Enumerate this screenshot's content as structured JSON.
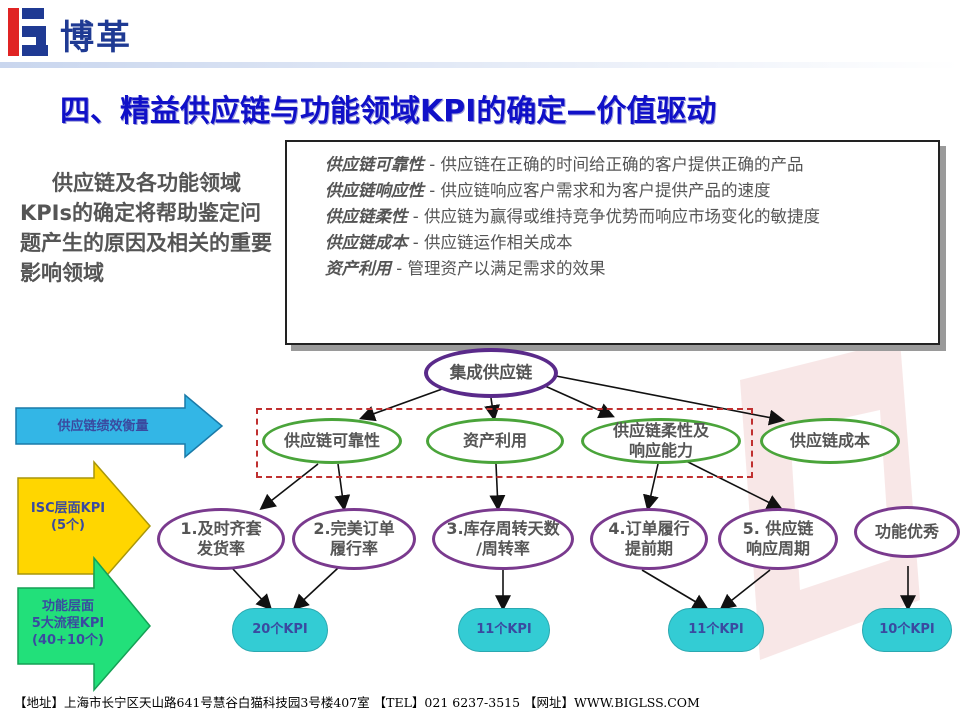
{
  "brand": {
    "name": "博革",
    "logo_letter": "B"
  },
  "title": "四、精益供应链与功能领域KPI的确定—价值驱动",
  "left_text": "供应链及各功能领域KPIs的确定将帮助鉴定问题产生的原因及相关的重要影响领域",
  "definitions": [
    {
      "term": "供应链可靠性",
      "sep": " - ",
      "text": "供应链在正确的时间给正确的客户提供正确的产品"
    },
    {
      "term": "供应链响应性",
      "sep": " - ",
      "text": "供应链响应客户需求和为客户提供产品的速度"
    },
    {
      "term": "供应链柔性",
      "sep": " - ",
      "text": "供应链为赢得或维持竞争优势而响应市场变化的敏捷度"
    },
    {
      "term": "供应链成本",
      "sep": " - ",
      "text": "供应链运作相关成本"
    },
    {
      "term": "资产利用",
      "sep": " - ",
      "text": "管理资产以满足需求的效果"
    }
  ],
  "arrows": {
    "level1": "供应链绩效衡量",
    "level2_line1": "ISC层面KPI",
    "level2_line2": "(5个)",
    "level3_line1": "功能层面",
    "level3_line2": "5大流程KPI",
    "level3_line3": "(40+10个)"
  },
  "root": "集成供应链",
  "attributes": [
    "供应链可靠性",
    "资产利用",
    "供应链柔性及响应能力",
    "供应链成本"
  ],
  "isc_kpis": [
    "1.及时齐套发货率",
    "2.完美订单履行率",
    "3.库存周转天数 /周转率",
    "4.订单履行提前期",
    "5. 供应链响应周期",
    "功能优秀"
  ],
  "function_kpis": [
    "20个KPI",
    "11个KPI",
    "11个KPI",
    "10个KPI"
  ],
  "colors": {
    "title": "#1010c8",
    "brand": "#1f3a93",
    "arrow_blue": "#33b6e6",
    "arrow_yellow": "#ffd600",
    "arrow_green": "#22e07a",
    "kpi_fill": "#33ccd4"
  },
  "footer": "【地址】上海市长宁区天山路641号慧谷白猫科技园3号楼407室 【TEL】021 6237-3515 【网址】WWW.BIGLSS.COM"
}
